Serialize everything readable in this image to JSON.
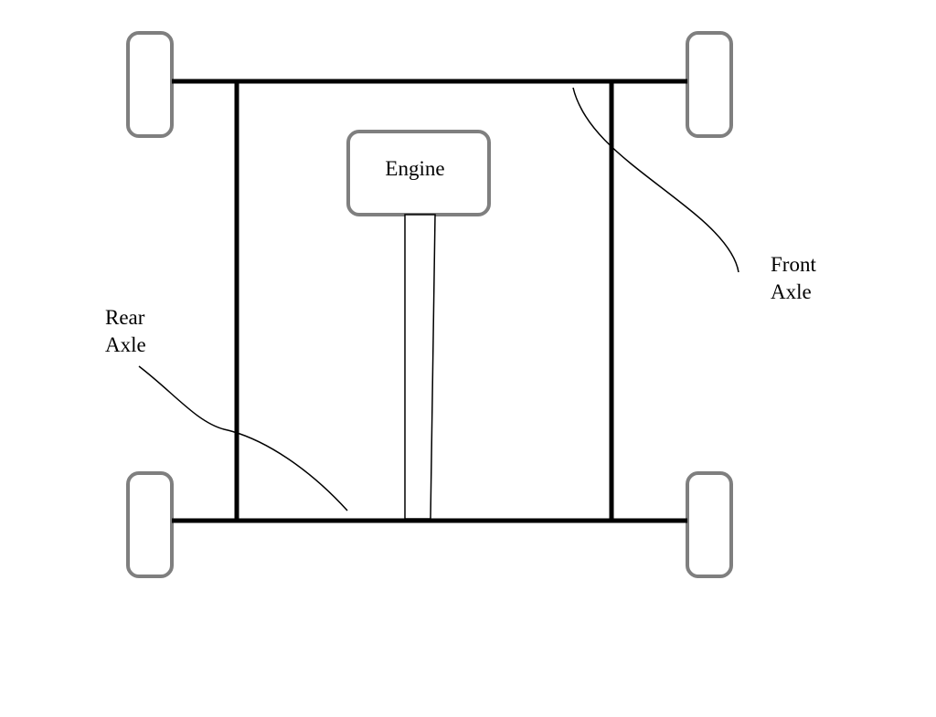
{
  "labels": {
    "engine": "Engine",
    "front_axle_line1": "Front",
    "front_axle_line2": "Axle",
    "rear_axle_line1": "Rear",
    "rear_axle_line2": "Axle"
  },
  "colors": {
    "frame": "#000000",
    "outline": "#7f7f7f",
    "background": "#ffffff",
    "text": "#000000"
  }
}
